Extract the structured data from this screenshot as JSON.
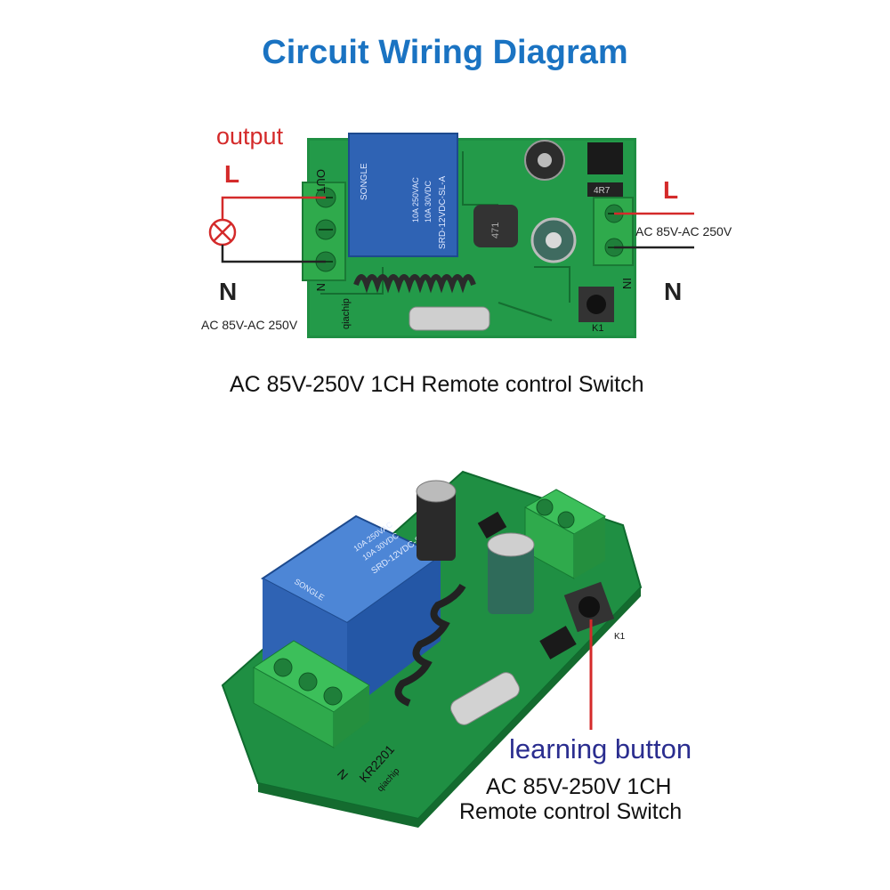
{
  "title": "Circuit Wiring Diagram",
  "top_diagram": {
    "output_label": "output",
    "left_live_label": "L",
    "left_neutral_label": "N",
    "left_voltage": "AC 85V-AC 250V",
    "right_live_label": "L",
    "right_neutral_label": "N",
    "right_voltage": "AC 85V-AC 250V",
    "relay_text": [
      "SONGLE",
      "10A 250VAC",
      "10A 30VDC",
      "SRD-12VDC-SL-A"
    ],
    "board_marks": [
      "OUT",
      "IN",
      "N",
      "K1",
      "qiachip",
      "4R7",
      "471"
    ],
    "caption": "AC 85V-250V 1CH Remote control Switch"
  },
  "bottom_photo": {
    "relay_text": [
      "SONGLE",
      "10A 250VAC",
      "10A 30VDC",
      "SRD-12VDC-SL-A"
    ],
    "board_marks": [
      "KR2201",
      "qiachip",
      "N",
      "K1"
    ],
    "learning_label": "learning button",
    "caption_line1": "AC 85V-250V 1CH",
    "caption_line2": "Remote control Switch"
  },
  "colors": {
    "title": "#1a73c2",
    "live_wire": "#d42a2a",
    "neutral_wire": "#222222",
    "pcb": "#1f8f43",
    "relay": "#2f63b4",
    "terminal": "#2faa4c",
    "learning_label": "#2a2d8f"
  }
}
